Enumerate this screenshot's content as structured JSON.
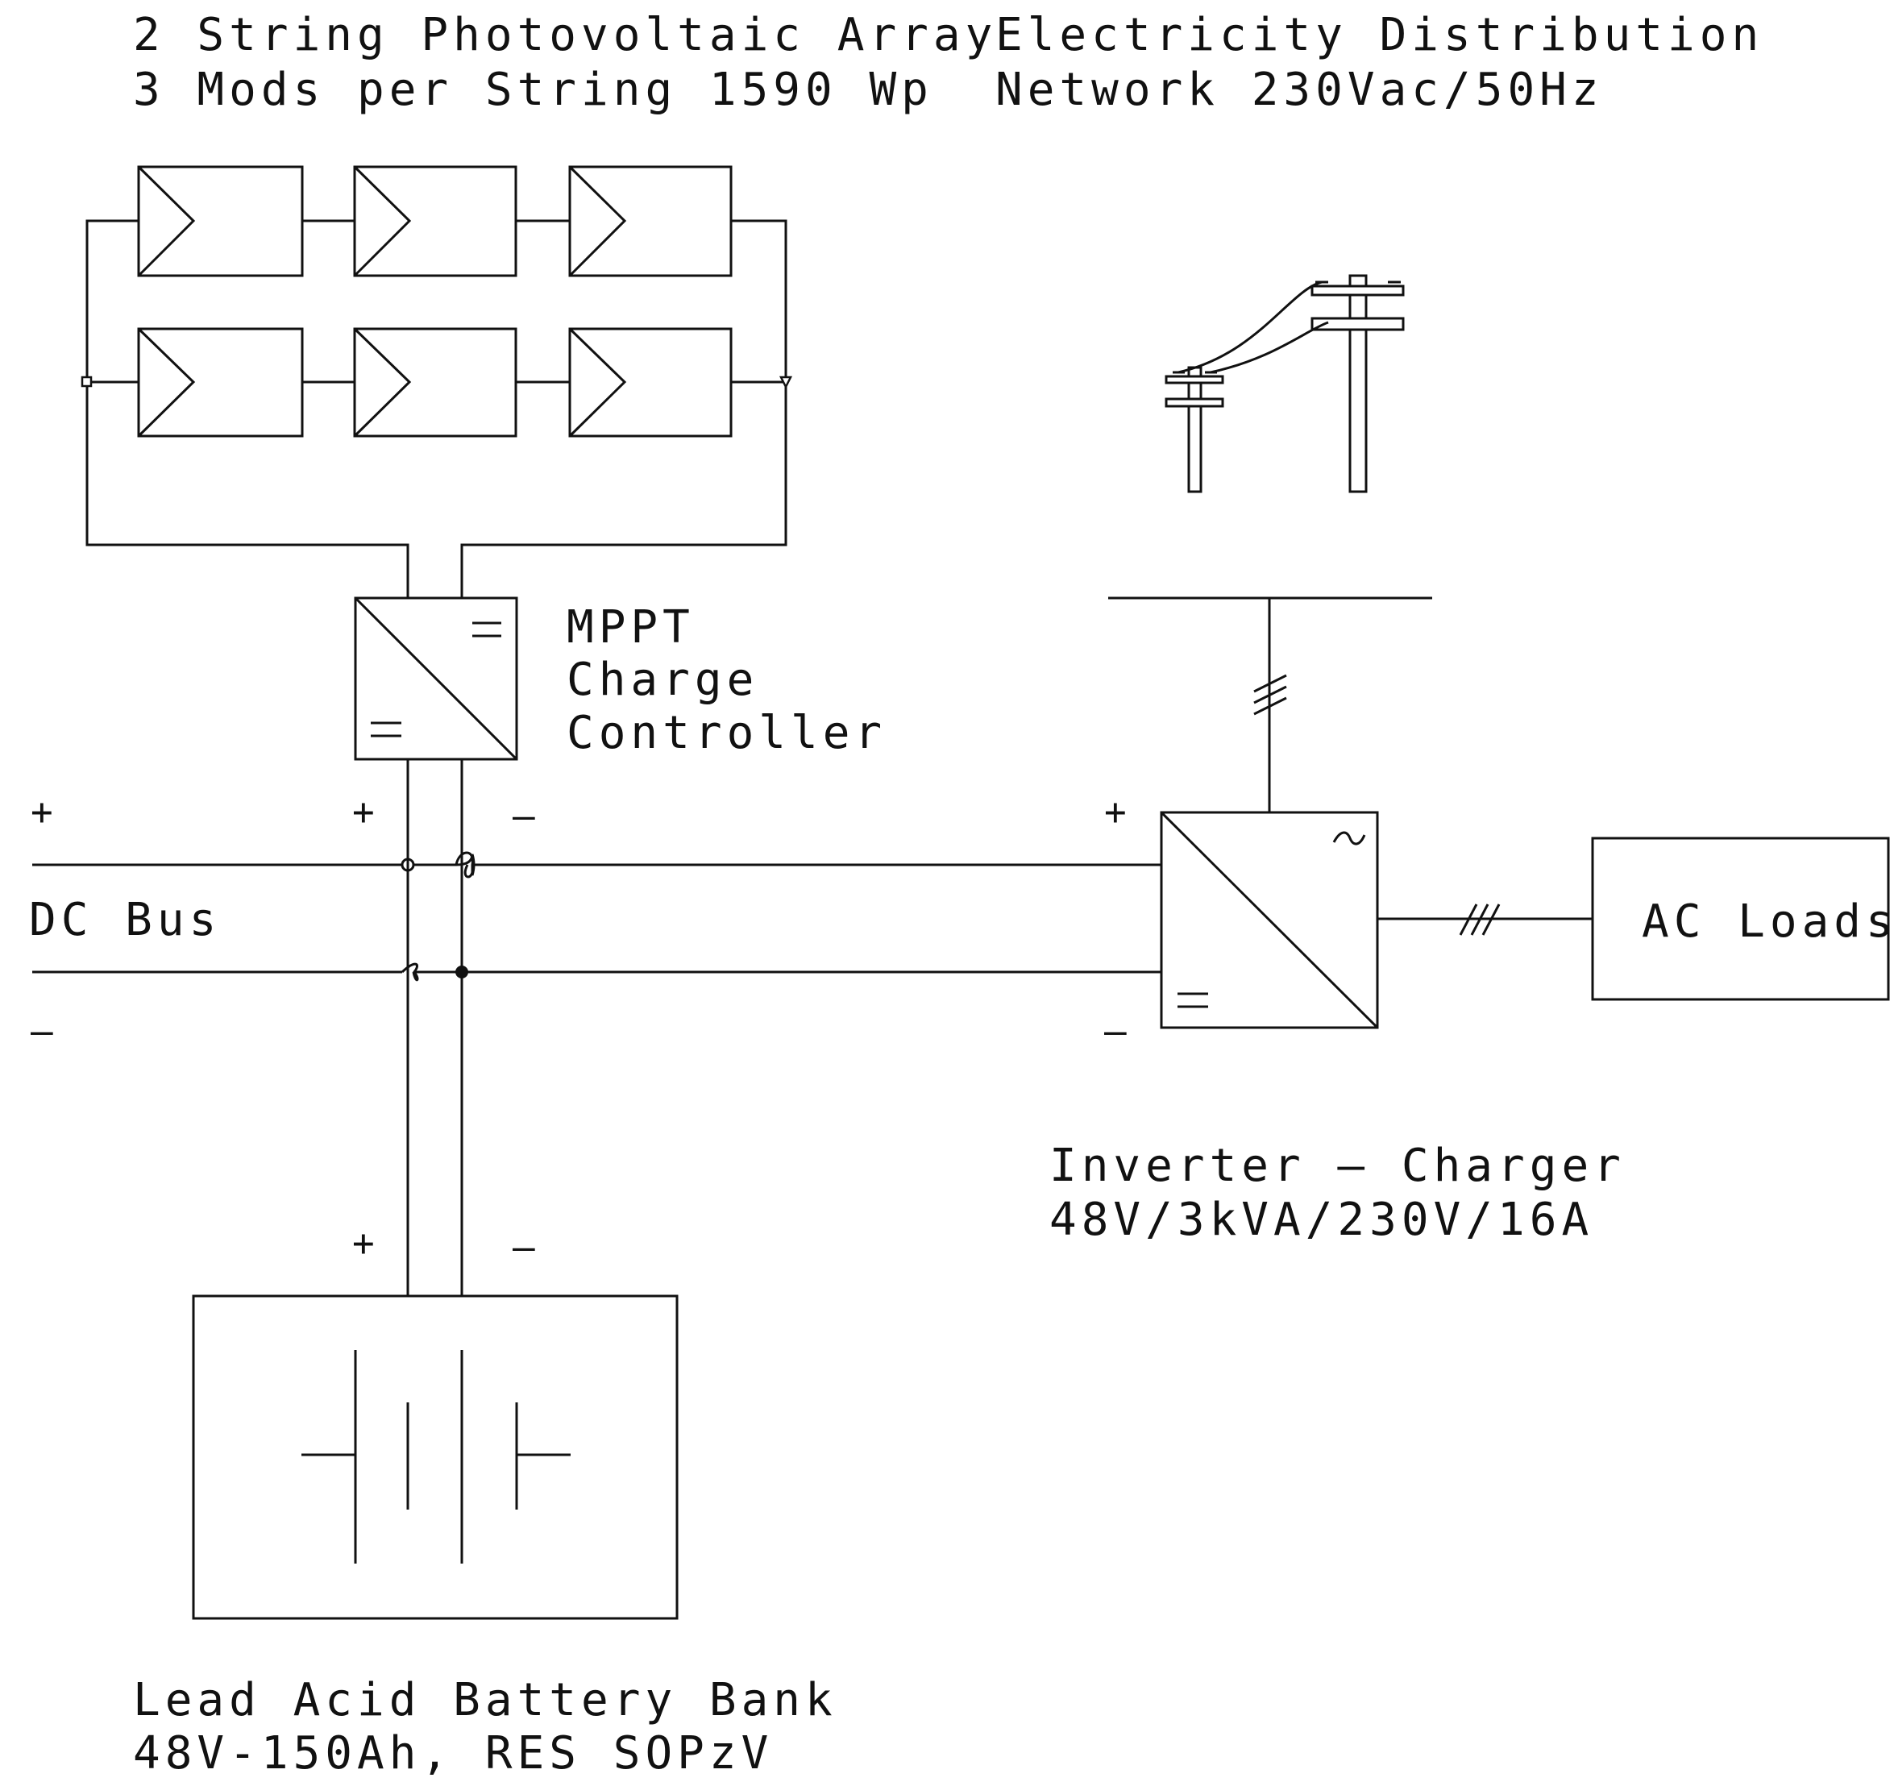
{
  "pv_array": {
    "title_line1": "2 String Photovoltaic Array",
    "title_line2": "3 Mods per String 1590 Wp",
    "strings": 2,
    "modules_per_string": 3
  },
  "grid": {
    "title_line1": "Electricity Distribution",
    "title_line2": "Network 230Vac/50Hz"
  },
  "charge_controller": {
    "line1": "MPPT",
    "line2": "Charge",
    "line3": "Controller",
    "dc_symbol": "="
  },
  "dc_bus": {
    "label": "DC Bus",
    "plus": "+",
    "minus": "–"
  },
  "inverter": {
    "title_line1": "Inverter – Charger",
    "title_line2": "48V/3kVA/230V/16A",
    "ac_symbol": "~",
    "dc_symbol": "="
  },
  "ac_loads": {
    "label": "AC Loads"
  },
  "battery": {
    "title_line1": "Lead Acid Battery Bank",
    "title_line2": "48V-150Ah, RES SOPzV"
  },
  "colors": {
    "line": "#111111",
    "background": "#ffffff"
  }
}
